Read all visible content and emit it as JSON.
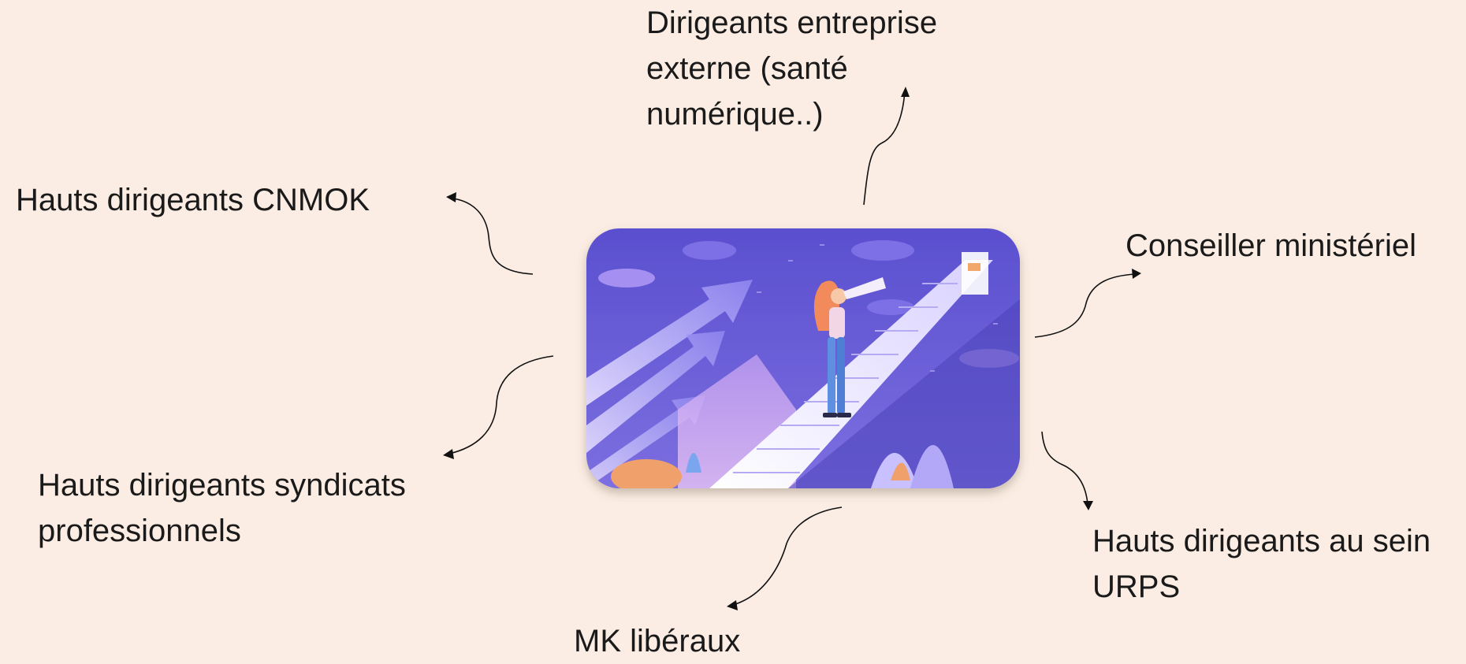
{
  "diagram": {
    "center_image": {
      "icon": "person-with-telescope-on-staircase-illustration"
    },
    "nodes": [
      {
        "id": "top",
        "lines": [
          "Dirigeants entreprise",
          "externe (santé",
          "numérique..)"
        ]
      },
      {
        "id": "cnmok",
        "lines": [
          "Hauts dirigeants CNMOK"
        ]
      },
      {
        "id": "conseiller",
        "lines": [
          "Conseiller ministériel"
        ]
      },
      {
        "id": "syndicats",
        "lines": [
          "Hauts dirigeants syndicats",
          "professionnels"
        ]
      },
      {
        "id": "urps",
        "lines": [
          "Hauts dirigeants au sein",
          "URPS"
        ]
      },
      {
        "id": "mk",
        "lines": [
          "MK libéraux"
        ]
      }
    ],
    "colors": {
      "background": "#fbede3",
      "text": "#1a1a1a",
      "illustration_primary": "#6b5fd6",
      "illustration_accent": "#b9a6f5"
    }
  }
}
